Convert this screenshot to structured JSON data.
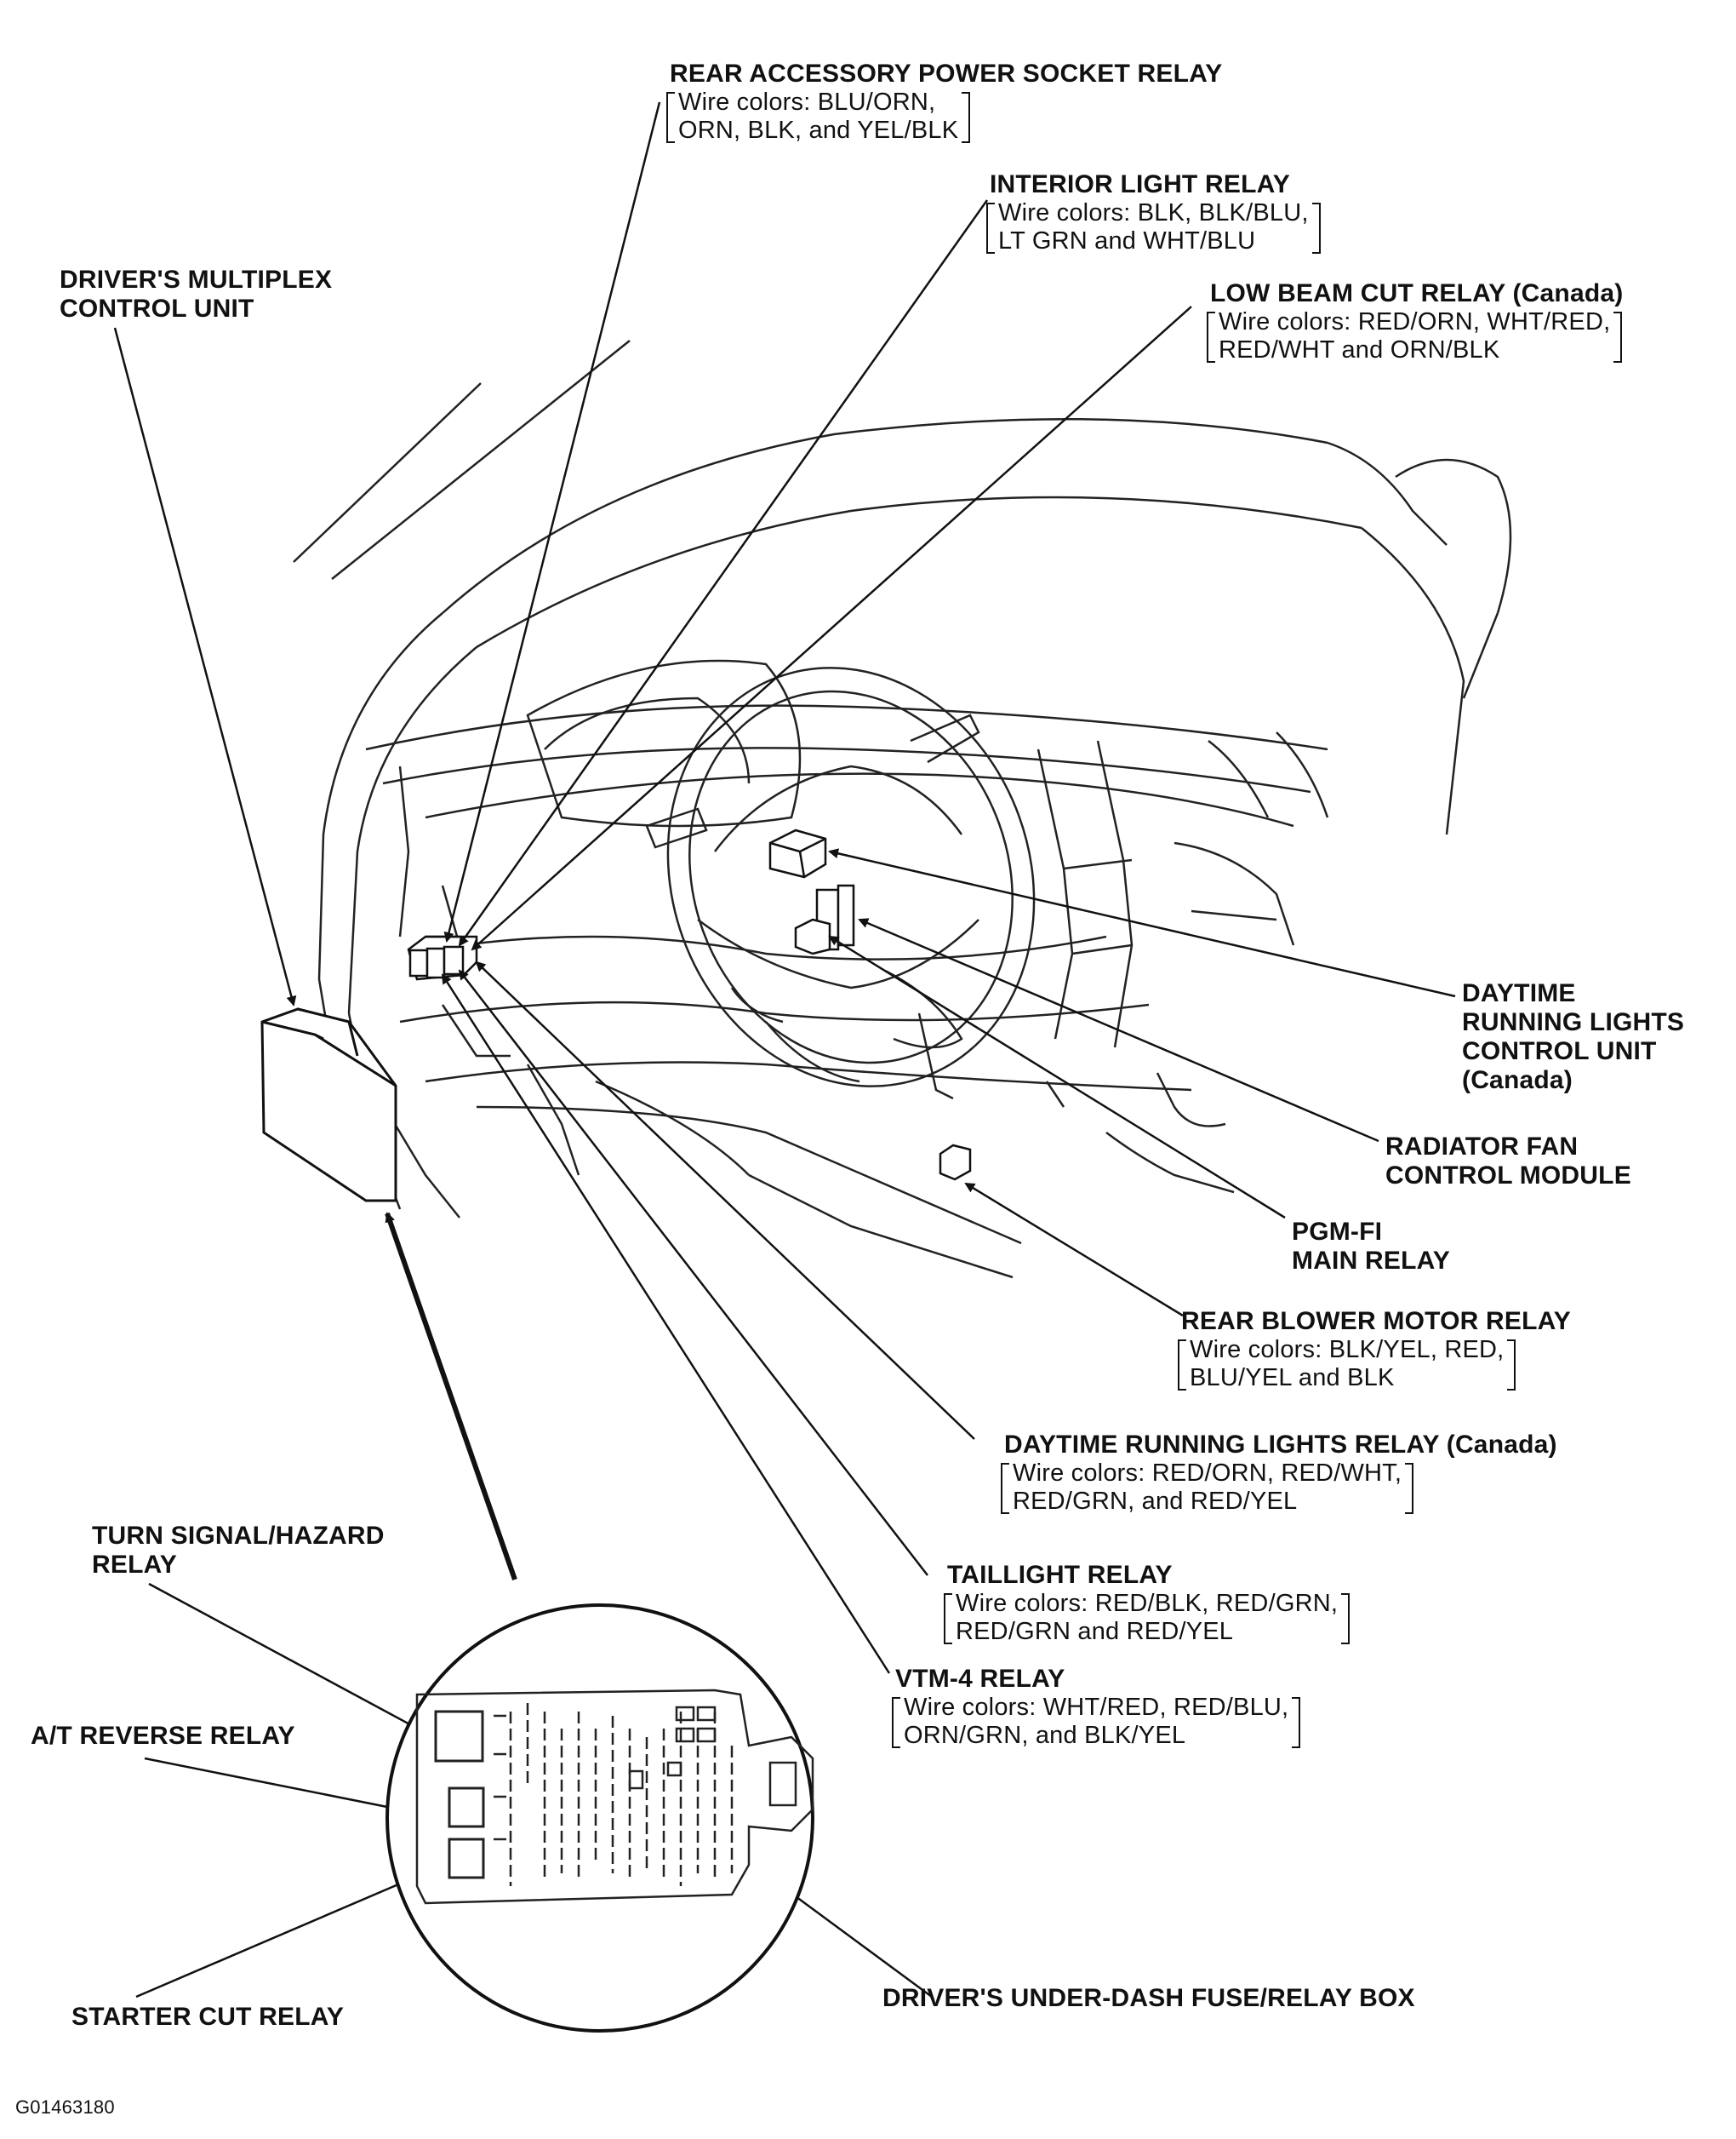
{
  "figure_id": "G01463180",
  "labels": {
    "rear_accessory": {
      "title": "REAR ACCESSORY POWER SOCKET RELAY",
      "wire": [
        "Wire colors: BLU/ORN,",
        "ORN, BLK, and YEL/BLK"
      ]
    },
    "interior_light": {
      "title": "INTERIOR LIGHT RELAY",
      "wire": [
        "Wire colors: BLK, BLK/BLU,",
        "LT GRN and WHT/BLU"
      ]
    },
    "low_beam": {
      "title": "LOW BEAM CUT RELAY (Canada)",
      "wire": [
        "Wire colors: RED/ORN, WHT/RED,",
        "RED/WHT and ORN/BLK"
      ]
    },
    "driver_multiplex": {
      "lines": [
        "DRIVER'S MULTIPLEX",
        "CONTROL UNIT"
      ]
    },
    "drl_control_unit": {
      "lines": [
        "DAYTIME",
        "RUNNING LIGHTS",
        "CONTROL UNIT",
        "(Canada)"
      ]
    },
    "radiator_fan": {
      "lines": [
        "RADIATOR FAN",
        "CONTROL MODULE"
      ]
    },
    "pgm_fi": {
      "lines": [
        "PGM-FI",
        "MAIN RELAY"
      ]
    },
    "rear_blower": {
      "title": "REAR BLOWER MOTOR RELAY",
      "wire": [
        "Wire colors: BLK/YEL, RED,",
        "BLU/YEL and BLK"
      ]
    },
    "drl_relay": {
      "title": "DAYTIME RUNNING LIGHTS RELAY (Canada)",
      "wire": [
        "Wire colors: RED/ORN, RED/WHT,",
        "RED/GRN, and RED/YEL"
      ]
    },
    "taillight": {
      "title": "TAILLIGHT RELAY",
      "wire": [
        "Wire colors: RED/BLK, RED/GRN,",
        "RED/GRN and RED/YEL"
      ]
    },
    "vtm4": {
      "title": "VTM-4 RELAY",
      "wire": [
        "Wire colors: WHT/RED, RED/BLU,",
        "ORN/GRN, and BLK/YEL"
      ]
    },
    "turn_signal": {
      "lines": [
        "TURN SIGNAL/HAZARD",
        "RELAY"
      ]
    },
    "at_reverse": {
      "lines": [
        "A/T REVERSE RELAY"
      ]
    },
    "starter_cut": {
      "lines": [
        "STARTER CUT RELAY"
      ]
    },
    "fuse_box": {
      "lines": [
        "DRIVER'S UNDER-DASH FUSE/RELAY BOX"
      ]
    }
  },
  "colors": {
    "ink": "#111111",
    "background": "#ffffff"
  }
}
